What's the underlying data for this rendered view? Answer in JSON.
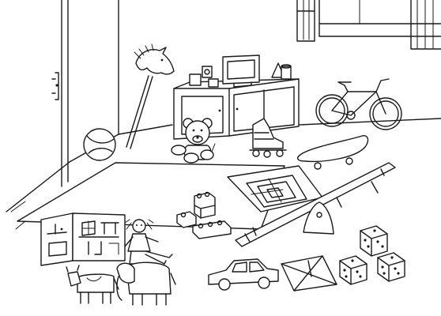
{
  "scene": {
    "style": "black-and-white line drawing",
    "colors": {
      "ink": "#1a1a1a",
      "paper": "#ffffff"
    }
  },
  "objects": [
    "door",
    "window-with-curtain",
    "hobby-horse",
    "ball",
    "low-cabinet",
    "computer-monitor",
    "toy-blocks-on-cabinet",
    "teddy-bear",
    "roller-skate",
    "bicycle",
    "skateboard",
    "rug",
    "board-game",
    "building-bricks",
    "seesaw",
    "dollhouse",
    "doll",
    "toy-cow",
    "toy-elephant",
    "toy-car",
    "tangram-puzzle",
    "dice"
  ]
}
